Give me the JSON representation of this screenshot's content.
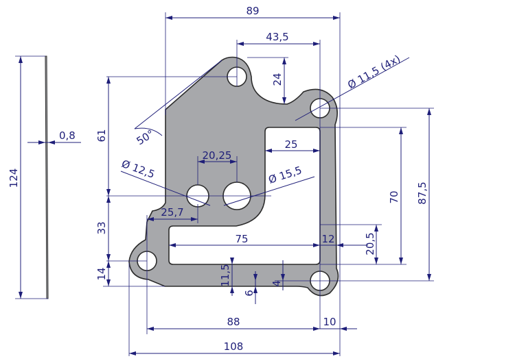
{
  "drawing": {
    "part_outline_color": "#2b2b2b",
    "part_fill_color": "#a7a8ab",
    "dimension_color": "#1e1e78",
    "dimensions": {
      "overall_width_top": "89",
      "hole_offset_top": "43,5",
      "hole_offset_vertical": "24",
      "hole_small_dia": "Ø 11,5  (4x)",
      "height_61": "61",
      "angle": "50°",
      "spacing_20_25": "20,25",
      "hole_12_5": "Ø 12,5",
      "hole_15_5": "Ø 15,5",
      "window_offset_25": "25",
      "height_70": "70",
      "height_87_5": "87,5",
      "offset_25_7": "25,7",
      "height_33": "33",
      "window_width_75": "75",
      "dim_12": "12",
      "dim_20_5": "20,5",
      "height_14": "14",
      "dim_11_5": "11,5",
      "dim_6": "6",
      "dim_4": "4",
      "width_88": "88",
      "width_10": "10",
      "overall_width_108": "108",
      "side_height_124": "124",
      "thickness_0_8": "0,8"
    }
  }
}
